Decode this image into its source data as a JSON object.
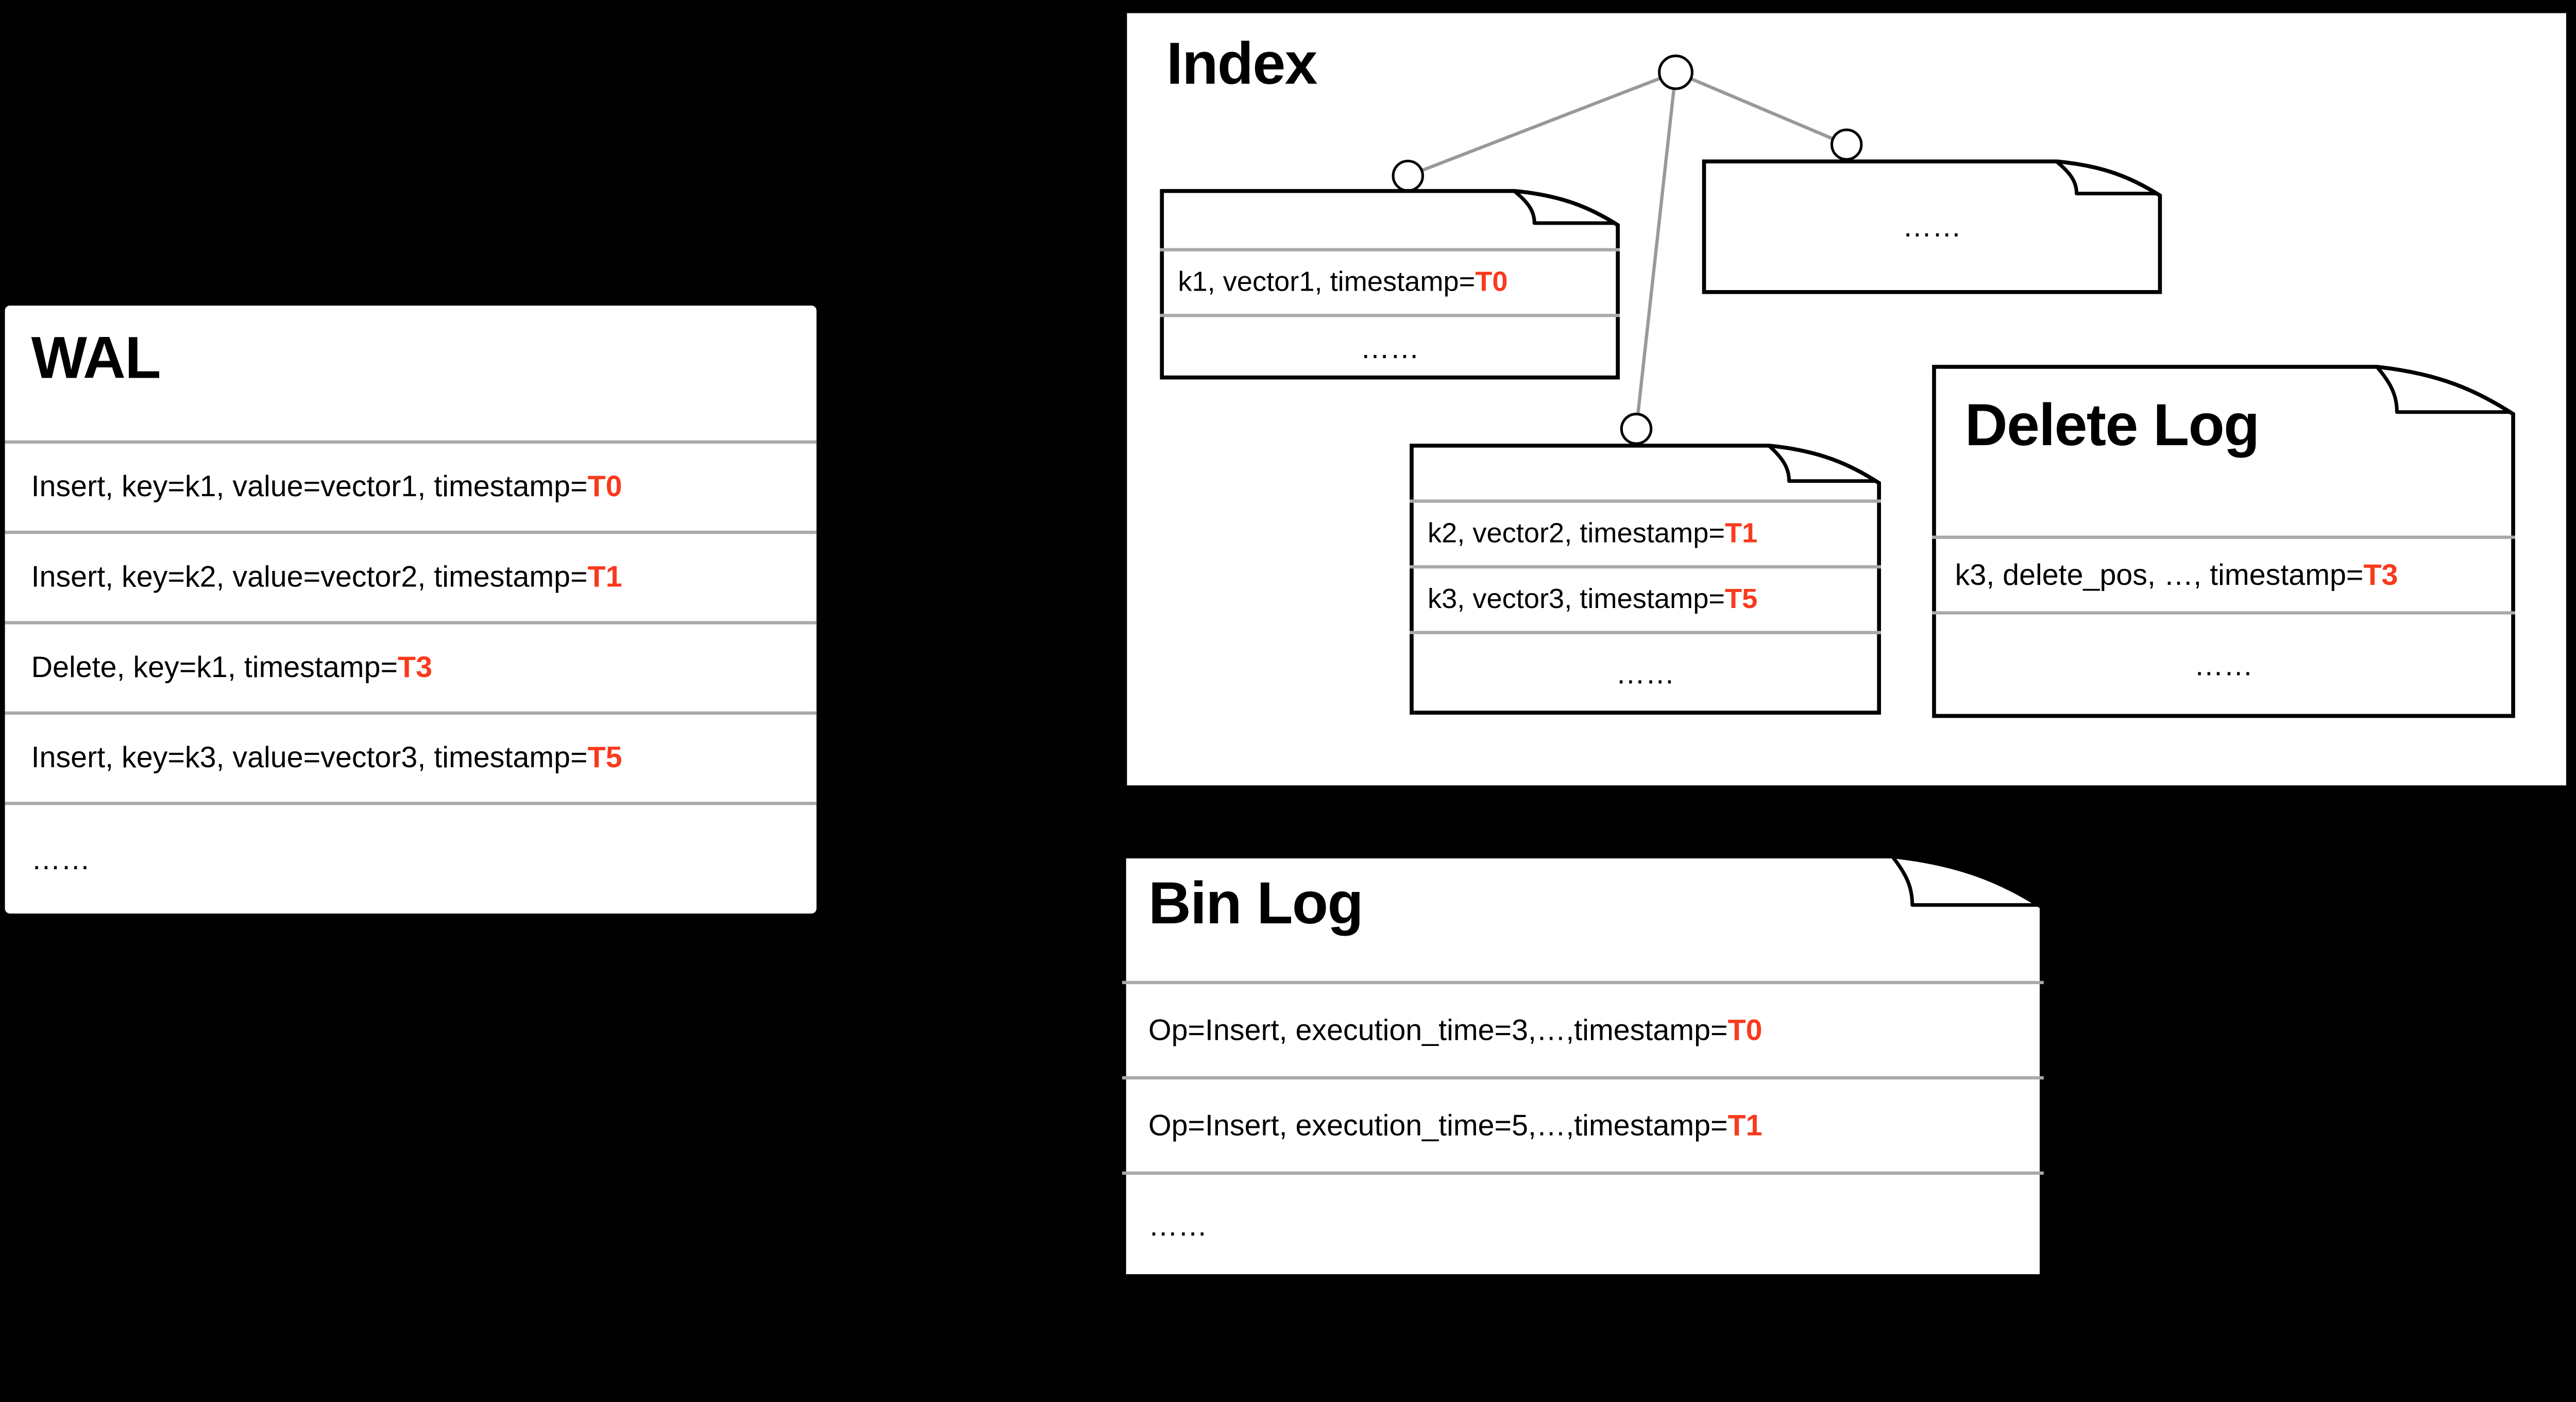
{
  "colors": {
    "background": "#000000",
    "card": "#FFFFFF",
    "accent_red": "#F93A1D",
    "separator": "#A9A9A9",
    "tree_edge": "#999999",
    "outline": "#000000"
  },
  "wal": {
    "title": "WAL",
    "rows": [
      {
        "prefix": "Insert, key=k1, value=vector1, timestamp=",
        "timestamp": "T0"
      },
      {
        "prefix": "Insert, key=k2, value=vector2, timestamp=",
        "timestamp": "T1"
      },
      {
        "prefix": "Delete, key=k1, timestamp=",
        "timestamp": "T3"
      },
      {
        "prefix": "Insert, key=k3, value=vector3, timestamp=",
        "timestamp": "T5"
      }
    ],
    "more": "……"
  },
  "index": {
    "title": "Index",
    "segment_left": {
      "rows": [
        {
          "prefix": "k1, vector1, timestamp=",
          "timestamp": "T0"
        }
      ],
      "more": "……"
    },
    "segment_right": {
      "more": "……"
    },
    "segment_middle": {
      "rows": [
        {
          "prefix": "k2, vector2, timestamp=",
          "timestamp": "T1"
        },
        {
          "prefix": "k3, vector3, timestamp=",
          "timestamp": "T5"
        }
      ],
      "more": "……"
    }
  },
  "delete_log": {
    "title": "Delete Log",
    "rows": [
      {
        "prefix": "k3, delete_pos, …, timestamp=",
        "timestamp": "T3"
      }
    ],
    "more": "……"
  },
  "bin_log": {
    "title": "Bin Log",
    "rows": [
      {
        "prefix": "Op=Insert, execution_time=3,…,timestamp=",
        "timestamp": "T0"
      },
      {
        "prefix": "Op=Insert, execution_time=5,…,timestamp=",
        "timestamp": "T1"
      }
    ],
    "more": "……"
  }
}
